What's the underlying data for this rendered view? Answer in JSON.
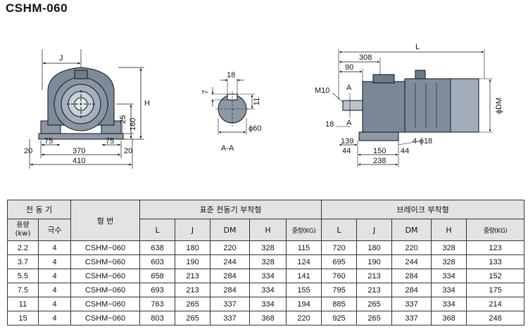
{
  "title": "CSHM-060",
  "dims": {
    "front": {
      "j": "J",
      "h": "H",
      "d25": "25",
      "d160": "160",
      "d75a": "75",
      "d75b": "75",
      "d20a": "20",
      "d20b": "20",
      "d370": "370",
      "d410": "410"
    },
    "section": {
      "d18": "18",
      "d7": "7",
      "d11": "11",
      "dia60": "ϕ60",
      "label": "A-A"
    },
    "side": {
      "L": "L",
      "d308": "308",
      "d90": "90",
      "m10": "M10",
      "a1": "A",
      "a2": "A",
      "d18": "18",
      "d139": "139",
      "d44a": "44",
      "d44b": "44",
      "d150": "150",
      "d238": "238",
      "holes": "4-ϕ18",
      "dm": "ϕDM"
    }
  },
  "table": {
    "motor_header": "전 동 기",
    "capacity_header": "용량",
    "capacity_unit": "(kw)",
    "poles_header": "극수",
    "model_header": "형 번",
    "standard_header": "표준 전동기 부착형",
    "brake_header": "브레이크 부착형",
    "col_L": "L",
    "col_J": "J",
    "col_DM": "DM",
    "col_H": "H",
    "col_weight": "중량(KG)",
    "rows": [
      {
        "kw": "2.2",
        "poles": "4",
        "model": "CSHM−060",
        "s": [
          "638",
          "180",
          "220",
          "328",
          "115"
        ],
        "b": [
          "720",
          "180",
          "220",
          "328",
          "123"
        ]
      },
      {
        "kw": "3.7",
        "poles": "4",
        "model": "CSHM−060",
        "s": [
          "603",
          "190",
          "244",
          "328",
          "124"
        ],
        "b": [
          "695",
          "190",
          "244",
          "328",
          "133"
        ]
      },
      {
        "kw": "5.5",
        "poles": "4",
        "model": "CSHM−060",
        "s": [
          "658",
          "213",
          "284",
          "334",
          "141"
        ],
        "b": [
          "760",
          "213",
          "284",
          "334",
          "152"
        ]
      },
      {
        "kw": "7.5",
        "poles": "4",
        "model": "CSHM−060",
        "s": [
          "693",
          "213",
          "284",
          "334",
          "155"
        ],
        "b": [
          "795",
          "213",
          "284",
          "334",
          "175"
        ]
      },
      {
        "kw": "11",
        "poles": "4",
        "model": "CSHM−060",
        "s": [
          "763",
          "265",
          "337",
          "334",
          "194"
        ],
        "b": [
          "885",
          "265",
          "337",
          "334",
          "214"
        ]
      },
      {
        "kw": "15",
        "poles": "4",
        "model": "CSHM−060",
        "s": [
          "803",
          "265",
          "337",
          "368",
          "220"
        ],
        "b": [
          "925",
          "265",
          "337",
          "368",
          "248"
        ]
      }
    ]
  }
}
